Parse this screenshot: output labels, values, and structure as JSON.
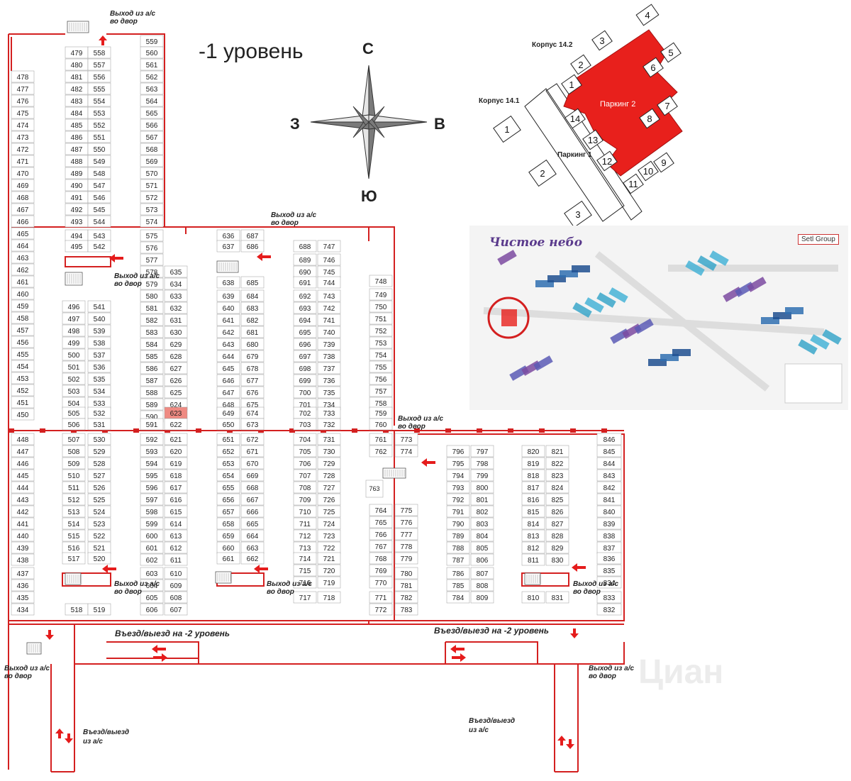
{
  "map": {
    "level_title": "-1 уровень",
    "compass": {
      "n": "С",
      "s": "Ю",
      "w": "З",
      "e": "В"
    },
    "exit": {
      "line1": "Выход из а/с",
      "line2": "во двор"
    },
    "ramp_label": "Въезд/выезд на -2 уровень",
    "entry": {
      "line1": "Въезд/выезд",
      "line2": "из а/с"
    },
    "highlighted_space": "623",
    "colors": {
      "wall": "#d42020",
      "highlight": "#ef8a82",
      "building": "#e8201c",
      "compass_dark": "#7a7a7a",
      "compass_light": "#e6e6e6"
    }
  },
  "key_plan": {
    "korpus_142": "Корпус 14.2",
    "korpus_141": "Корпус 14.1",
    "parking1": "Паркинг 1",
    "parking2": "Паркинг 2",
    "section_numbers": [
      "1",
      "2",
      "3",
      "4",
      "5",
      "6",
      "7",
      "8",
      "9",
      "10",
      "11",
      "12",
      "13",
      "14"
    ]
  },
  "site_plan": {
    "brand": "Setl Group",
    "logo": "Чистое небо"
  },
  "watermark": "Циан"
}
